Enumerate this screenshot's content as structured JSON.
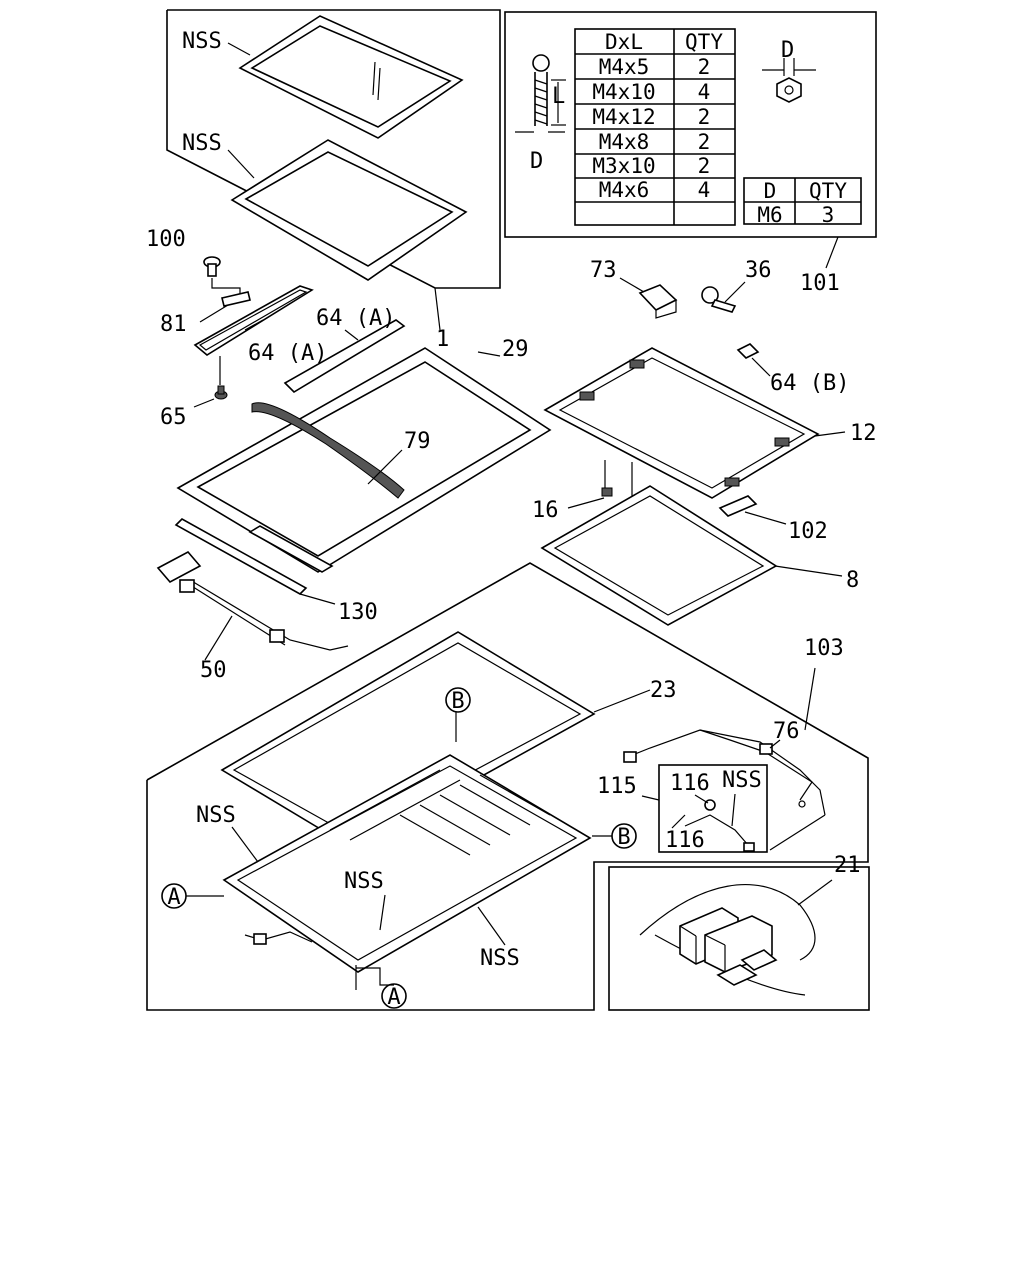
{
  "callouts": [
    {
      "id": "nss_glass",
      "text": "NSS"
    },
    {
      "id": "nss_frame",
      "text": "NSS"
    },
    {
      "id": "p100",
      "text": "100"
    },
    {
      "id": "p81",
      "text": "81"
    },
    {
      "id": "p64a_1",
      "text": "64 (A)"
    },
    {
      "id": "p64a_2",
      "text": "64 (A)"
    },
    {
      "id": "p1",
      "text": "1"
    },
    {
      "id": "p65",
      "text": "65"
    },
    {
      "id": "p29",
      "text": "29"
    },
    {
      "id": "p79",
      "text": "79"
    },
    {
      "id": "p130",
      "text": "130"
    },
    {
      "id": "p50",
      "text": "50"
    },
    {
      "id": "p73",
      "text": "73"
    },
    {
      "id": "p36",
      "text": "36"
    },
    {
      "id": "p101",
      "text": "101"
    },
    {
      "id": "p64b",
      "text": "64 (B)"
    },
    {
      "id": "p12",
      "text": "12"
    },
    {
      "id": "p16",
      "text": "16"
    },
    {
      "id": "p102",
      "text": "102"
    },
    {
      "id": "p8",
      "text": "8"
    },
    {
      "id": "p103",
      "text": "103"
    },
    {
      "id": "p23",
      "text": "23"
    },
    {
      "id": "p76",
      "text": "76"
    },
    {
      "id": "p115",
      "text": "115"
    },
    {
      "id": "p116a",
      "text": "116"
    },
    {
      "id": "nss_wire",
      "text": "NSS"
    },
    {
      "id": "p116b",
      "text": "116"
    },
    {
      "id": "nss_base_l",
      "text": "NSS"
    },
    {
      "id": "nss_base_c",
      "text": "NSS"
    },
    {
      "id": "nss_base_r",
      "text": "NSS"
    },
    {
      "id": "p21",
      "text": "21"
    }
  ],
  "refs": {
    "a_left": "A",
    "a_bottom": "A",
    "b_top": "B",
    "b_right": "B"
  },
  "dim_labels": {
    "length": "L",
    "dia_screw": "D",
    "dia_nut": "D"
  },
  "screw_table": {
    "headers": [
      "DxL",
      "QTY"
    ],
    "rows": [
      [
        "M4x5",
        "2"
      ],
      [
        "M4x10",
        "4"
      ],
      [
        "M4x12",
        "2"
      ],
      [
        "M4x8",
        "2"
      ],
      [
        "M3x10",
        "2"
      ],
      [
        "M4x6",
        "4"
      ],
      [
        "",
        ""
      ]
    ]
  },
  "nut_table": {
    "headers": [
      "D",
      "QTY"
    ],
    "rows": [
      [
        "M6",
        "3"
      ]
    ]
  }
}
